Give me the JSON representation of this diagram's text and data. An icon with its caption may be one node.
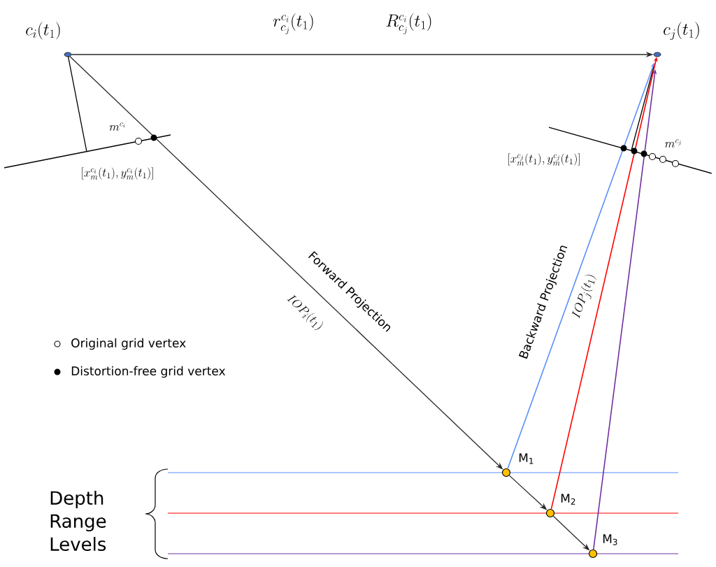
{
  "diagram": {
    "nodes": [
      {
        "text": [],
        "shape": "circle",
        "beside": [
          "c_i(t_1)"
        ]
      },
      {
        "text": [],
        "shape": "circle",
        "beside": [
          "c_j(t_1)"
        ]
      },
      {
        "text": [],
        "shape": "circle",
        "beside": [
          "M$_{1}$"
        ]
      },
      {
        "text": [],
        "shape": "circle",
        "beside": [
          "M$_{2}$"
        ]
      },
      {
        "text": [],
        "shape": "circle",
        "beside": [
          "M$_{3}$"
        ]
      }
    ],
    "edges": [
      {
        "from": 0,
        "to": 1,
        "arrow": "to"
      },
      {
        "from": 0,
        "to": 2,
        "arrow": "to",
        "label": "Forward Projection"
      },
      {
        "from": 2,
        "to": 3,
        "arrow": "to"
      },
      {
        "from": 3,
        "to": 4,
        "arrow": "to"
      },
      {
        "from": 2,
        "to": 1,
        "arrow": "to",
        "label": "Backward Projection",
        "color": "#5b8ff9"
      },
      {
        "from": 3,
        "to": 1,
        "arrow": "to",
        "color": "#ff0000"
      },
      {
        "from": 4,
        "to": 1,
        "arrow": "to",
        "color": "#7030a0"
      }
    ],
    "labels": [
      "r^{c_i}_{c_j}(t_1)",
      "R^{c_i}_{c_j}(t_1)",
      "m^{c_i}",
      "[x^{c_i}_m(t_1),y^{c_i}_m(t_1)]",
      "m^{c_j}",
      "[x^{c_j}_m(t_1),y^{c_j}_m(t_1)]",
      "IOP_i(t_1)",
      "IOP_j(t_1)",
      "Depth Range Levels"
    ],
    "legend": [
      {
        "text": "Original grid vertex"
      },
      {
        "text": "Distortion-free grid vertex"
      }
    ]
  }
}
